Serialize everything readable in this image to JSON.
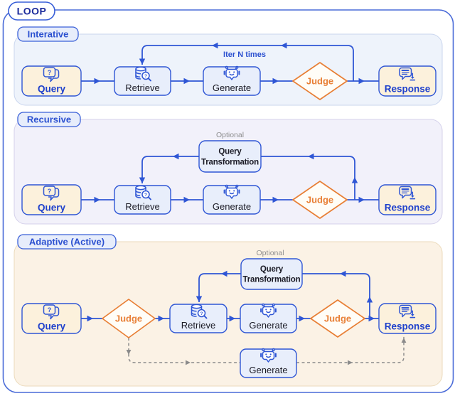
{
  "figure": {
    "title": "LOOP"
  },
  "icons": {
    "query": "chat-question-icon",
    "retrieve": "database-search-icon",
    "generate": "robot-icon",
    "response": "chat-export-icon"
  },
  "colors": {
    "accent_blue": "#2F56D5",
    "text_blue": "#1F41CC",
    "title_navy": "#1B2A9B",
    "judge_orange": "#E87F35",
    "cream_fill": "#FCF1DC",
    "blue_fill": "#E8EEFB",
    "panel_iterative_fill": "#EEF3FB",
    "panel_recursive_fill": "#F2F1FA",
    "panel_adaptive_fill": "#FBF2E5",
    "dashed_gray": "#8B8B8B"
  },
  "panels": {
    "iterative": {
      "label": "Interative",
      "loop_annotation": "Iter N times",
      "nodes": {
        "query": "Query",
        "retrieve": "Retrieve",
        "generate": "Generate",
        "judge": "Judge",
        "response": "Response"
      },
      "edges": [
        "Query→Retrieve",
        "Retrieve→Generate",
        "Generate→Judge",
        "Judge→Response",
        "Judge→Retrieve (loop: Iter N times)"
      ]
    },
    "recursive": {
      "label": "Recursive",
      "optional_annotation": "Optional",
      "transform": {
        "line1": "Query",
        "line2": "Transformation"
      },
      "nodes": {
        "query": "Query",
        "retrieve": "Retrieve",
        "generate": "Generate",
        "judge": "Judge",
        "response": "Response"
      },
      "edges": [
        "Query→Retrieve",
        "Retrieve→Generate",
        "Generate→Judge",
        "Judge→Response",
        "Judge→Query Transformation (optional)",
        "Query Transformation→Retrieve"
      ]
    },
    "adaptive": {
      "label": "Adaptive (Active)",
      "optional_annotation": "Optional",
      "transform": {
        "line1": "Query",
        "line2": "Transformation"
      },
      "nodes": {
        "query": "Query",
        "judge_pre": "Judge",
        "retrieve": "Retrieve",
        "generate": "Generate",
        "judge_post": "Judge",
        "response": "Response",
        "generate_direct": "Generate"
      },
      "edges": [
        "Query→Judge",
        "Judge→Retrieve",
        "Retrieve→Generate",
        "Generate→Judge",
        "Judge→Response",
        "Judge→Query Transformation (optional)",
        "Query Transformation→Retrieve",
        "Judge⇢Generate (dashed)",
        "Generate⇢Response (dashed)"
      ]
    }
  }
}
